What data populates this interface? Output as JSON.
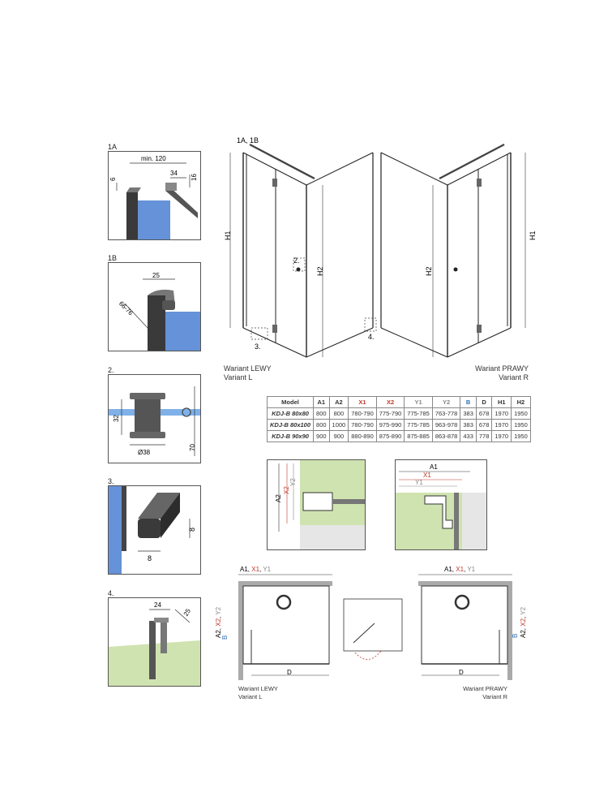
{
  "details": {
    "d1a": {
      "label": "1A",
      "dims": [
        "min. 120",
        "34",
        "6",
        "16"
      ]
    },
    "d1b": {
      "label": "1B",
      "dims": [
        "25",
        "66-76"
      ]
    },
    "d2": {
      "label": "2.",
      "dims": [
        "32",
        "Ø38",
        "70"
      ]
    },
    "d3": {
      "label": "3.",
      "dims": [
        "8",
        "8"
      ]
    },
    "d4": {
      "label": "4.",
      "dims": [
        "24",
        "25"
      ]
    }
  },
  "main": {
    "callout_1": "1A, 1B",
    "callout_2": "2.",
    "callout_3": "3.",
    "callout_4": "4.",
    "h1": "H1",
    "h2": "H2",
    "left_variant": [
      "Wariant LEWY",
      "Variant L"
    ],
    "right_variant": [
      "Wariant PRAWY",
      "Variant R"
    ]
  },
  "table": {
    "headers": [
      "Model",
      "A1",
      "A2",
      "X1",
      "X2",
      "Y1",
      "Y2",
      "B",
      "D",
      "H1",
      "H2"
    ],
    "header_colors": [
      "#222222",
      "#222222",
      "#222222",
      "#c0392b",
      "#c0392b",
      "#888888",
      "#888888",
      "#2c6fb5",
      "#222222",
      "#222222",
      "#222222"
    ],
    "rows": [
      [
        "KDJ-B 80x80",
        "800",
        "800",
        "780-790",
        "775-790",
        "775-785",
        "763-778",
        "383",
        "678",
        "1970",
        "1950"
      ],
      [
        "KDJ-B 80x100",
        "800",
        "1000",
        "780-790",
        "975-990",
        "775-785",
        "963-978",
        "383",
        "678",
        "1970",
        "1950"
      ],
      [
        "KDJ-B 90x90",
        "900",
        "900",
        "880-890",
        "875-890",
        "875-885",
        "863-878",
        "433",
        "778",
        "1970",
        "1950"
      ]
    ]
  },
  "section": {
    "a1": "A1",
    "x1": "X1",
    "y1": "Y1",
    "a2": "A2",
    "x2": "X2",
    "y2": "Y2"
  },
  "plan": {
    "top_label_a": "A1, ",
    "top_label_x": "X1",
    "top_label_sep": ", ",
    "top_label_y": "Y1",
    "side_a": "A2, ",
    "side_x": "X2",
    "side_sep": ", ",
    "side_y": "Y2",
    "b": "B",
    "d": "D",
    "left_variant": [
      "Wariant LEWY",
      "Variant L"
    ],
    "right_variant": [
      "Wariant PRAWY",
      "Variant R"
    ]
  },
  "colors": {
    "glass_blue": "#4a7fd1",
    "floor_green": "#cfe3b0",
    "red_dim": "#c0392b",
    "blue_dim": "#2c6fb5",
    "grey_dim": "#888888"
  }
}
